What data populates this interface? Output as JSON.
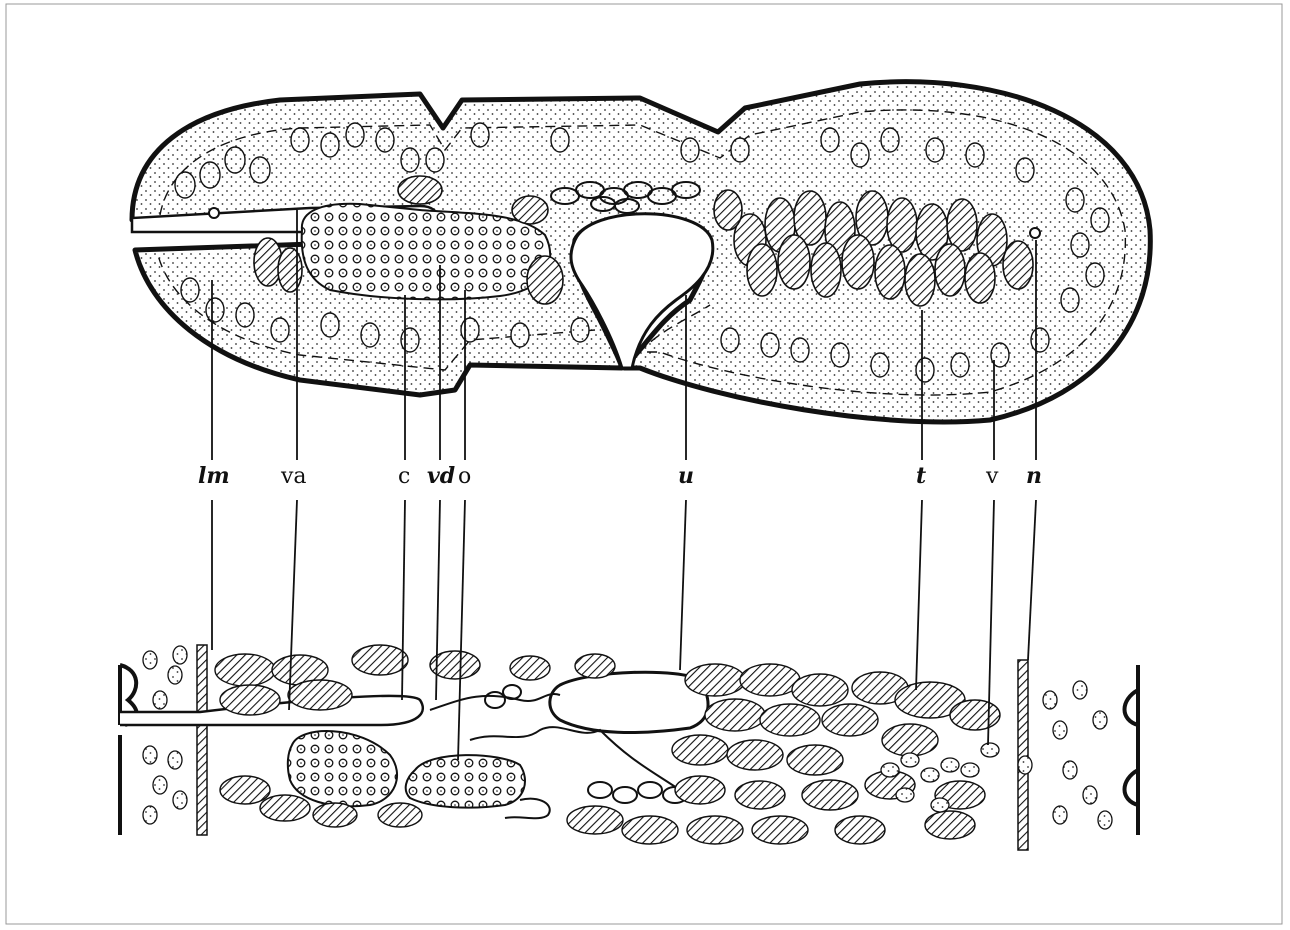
{
  "figure": {
    "labels": [
      {
        "id": "lm",
        "text": "lm",
        "italic": true
      },
      {
        "id": "va",
        "text": "va",
        "italic": false
      },
      {
        "id": "c",
        "text": "c",
        "italic": false
      },
      {
        "id": "vd",
        "text": "vd",
        "italic": true
      },
      {
        "id": "o",
        "text": "o",
        "italic": false
      },
      {
        "id": "u",
        "text": "u",
        "italic": true
      },
      {
        "id": "t",
        "text": "t",
        "italic": true
      },
      {
        "id": "v",
        "text": "v",
        "italic": false
      },
      {
        "id": "n",
        "text": "n",
        "italic": true
      }
    ]
  }
}
